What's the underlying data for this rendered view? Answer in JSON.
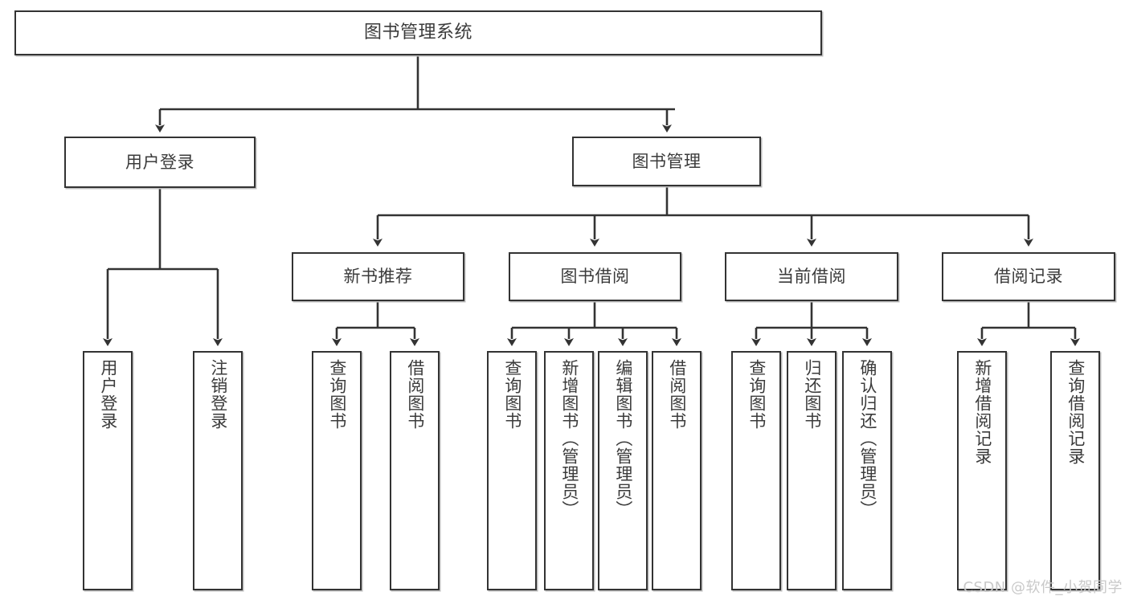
{
  "diagram": {
    "title": "图书管理系统",
    "watermark": "CSDN @软件_小贺同学",
    "colors": {
      "box_border": "#333333",
      "box_fill": "#ffffff",
      "line": "#333333",
      "text": "#3b3b3b",
      "watermark": "#c9c9c9",
      "background": "#ffffff"
    },
    "nodes": {
      "root": {
        "label": "图书管理系统"
      },
      "level2": [
        {
          "id": "user-login",
          "label": "用户登录"
        },
        {
          "id": "book-manage",
          "label": "图书管理"
        }
      ],
      "level3": [
        {
          "id": "new-book-recommend",
          "label": "新书推荐"
        },
        {
          "id": "book-borrow",
          "label": "图书借阅"
        },
        {
          "id": "current-borrow",
          "label": "当前借阅"
        },
        {
          "id": "borrow-record",
          "label": "借阅记录"
        }
      ],
      "leaves": {
        "user_login": [
          {
            "id": "leaf-user-login",
            "label": "用户登录"
          },
          {
            "id": "leaf-logout-login",
            "label": "注销登录"
          }
        ],
        "new_book_recommend": [
          {
            "id": "leaf-query-book-1",
            "label": "查询图书"
          },
          {
            "id": "leaf-borrow-book-1",
            "label": "借阅图书"
          }
        ],
        "book_borrow": [
          {
            "id": "leaf-query-book-2",
            "label": "查询图书"
          },
          {
            "id": "leaf-add-book",
            "label": "新增图书（管理员）"
          },
          {
            "id": "leaf-edit-book",
            "label": "编辑图书（管理员）"
          },
          {
            "id": "leaf-borrow-book-2",
            "label": "借阅图书"
          }
        ],
        "current_borrow": [
          {
            "id": "leaf-query-book-3",
            "label": "查询图书"
          },
          {
            "id": "leaf-return-book",
            "label": "归还图书"
          },
          {
            "id": "leaf-confirm-return",
            "label": "确认归还（管理员）"
          }
        ],
        "borrow_record": [
          {
            "id": "leaf-add-record",
            "label": "新增借阅记录"
          },
          {
            "id": "leaf-query-record",
            "label": "查询借阅记录"
          }
        ]
      }
    }
  }
}
